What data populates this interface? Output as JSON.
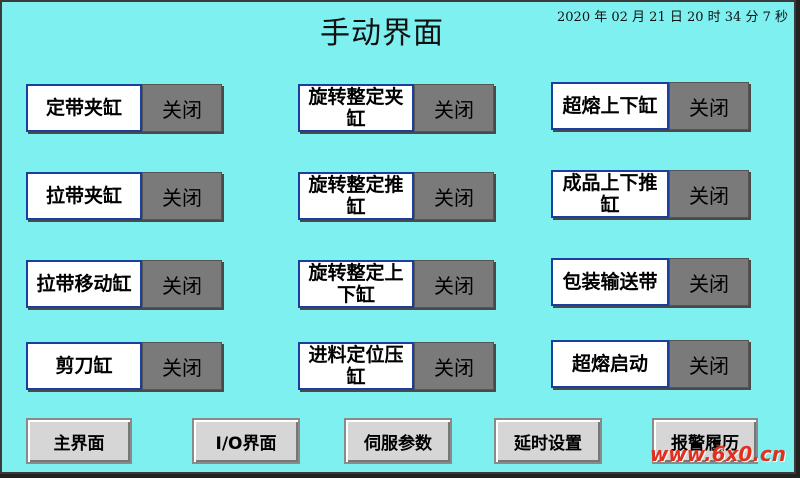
{
  "title": "手动界面",
  "clock": "2020 年 02 月 21 日  20 时 34 分  7 秒",
  "controls": [
    {
      "name": "定带夹缸",
      "state": "关闭"
    },
    {
      "name": "拉带夹缸",
      "state": "关闭"
    },
    {
      "name": "拉带移动缸",
      "state": "关闭"
    },
    {
      "name": "剪刀缸",
      "state": "关闭"
    },
    {
      "name": "旋转整定夹缸",
      "state": "关闭"
    },
    {
      "name": "旋转整定推缸",
      "state": "关闭"
    },
    {
      "name": "旋转整定上下缸",
      "state": "关闭"
    },
    {
      "name": "进料定位压缸",
      "state": "关闭"
    },
    {
      "name": "超熔上下缸",
      "state": "关闭"
    },
    {
      "name": "成品上下推缸",
      "state": "关闭"
    },
    {
      "name": "包装输送带",
      "state": "关闭"
    },
    {
      "name": "超熔启动",
      "state": "关闭"
    }
  ],
  "nav": [
    {
      "label": "主界面"
    },
    {
      "label": "I/O界面"
    },
    {
      "label": "伺服参数"
    },
    {
      "label": "延时设置"
    },
    {
      "label": "报警履历"
    }
  ],
  "watermark": "www.6x0.cn"
}
